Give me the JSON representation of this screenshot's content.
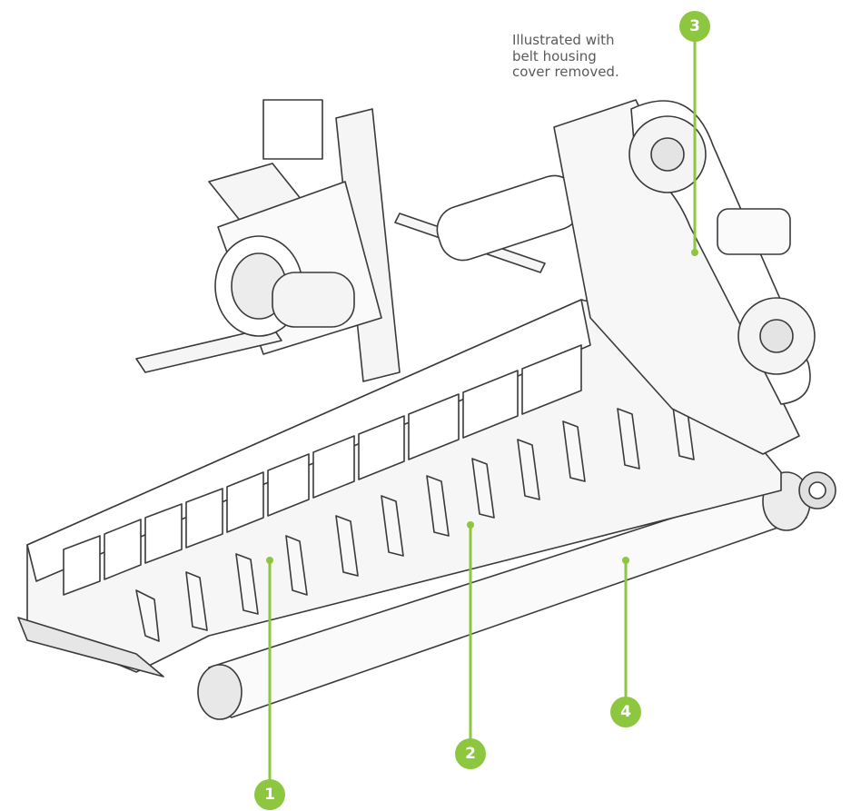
{
  "note": "Illustrated with\nbelt housing\ncover removed.",
  "accent_color": "#8dc63f",
  "line_color": "#3a3a3a",
  "callouts": [
    {
      "number": "1"
    },
    {
      "number": "2"
    },
    {
      "number": "3"
    },
    {
      "number": "4"
    }
  ]
}
